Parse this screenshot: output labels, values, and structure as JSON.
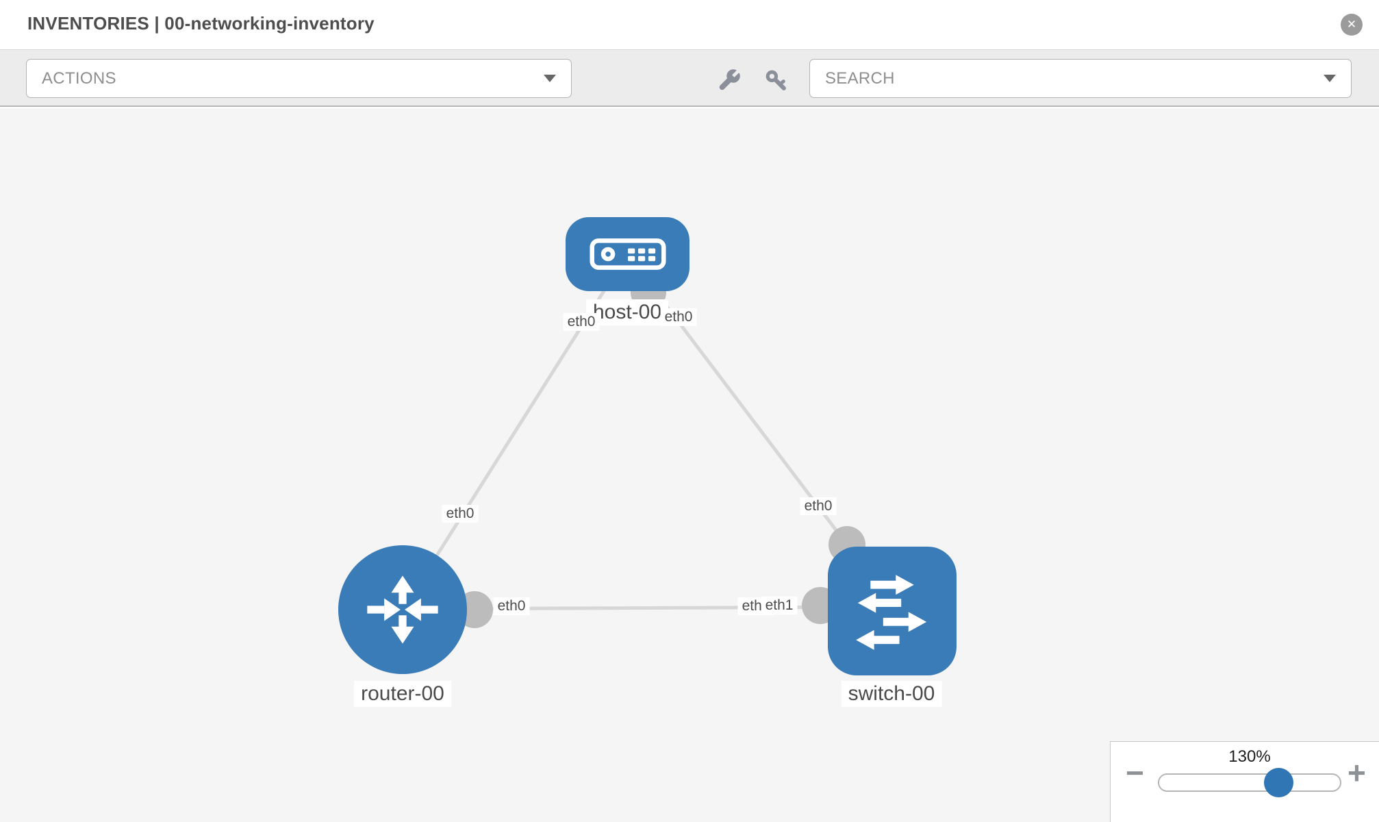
{
  "header": {
    "title": "INVENTORIES | 00-networking-inventory",
    "close_glyph": "✕"
  },
  "toolbar": {
    "actions_label": "ACTIONS",
    "search_label": "SEARCH"
  },
  "topology": {
    "nodes": [
      {
        "id": "host-00",
        "type": "host",
        "label": "host-00"
      },
      {
        "id": "router-00",
        "type": "router",
        "label": "router-00"
      },
      {
        "id": "switch-00",
        "type": "switch",
        "label": "switch-00"
      }
    ],
    "links": [
      {
        "source": "host-00",
        "target": "router-00",
        "source_interface": "eth0",
        "target_interface": "eth0"
      },
      {
        "source": "host-00",
        "target": "switch-00",
        "source_interface": "eth0",
        "target_interface": "eth0"
      },
      {
        "source": "router-00",
        "target": "switch-00",
        "source_interface": "eth0",
        "target_interface": "eth1"
      }
    ],
    "iface_labels": [
      {
        "text": "eth0"
      },
      {
        "text": "eth0"
      },
      {
        "text": "eth0"
      },
      {
        "text": "eth0"
      },
      {
        "text": "eth0"
      },
      {
        "text": "eth0"
      },
      {
        "text": "eth1"
      }
    ]
  },
  "zoom_control": {
    "value": "130%",
    "percent": 130,
    "minus_glyph": "−",
    "plus_glyph": "+"
  },
  "colors": {
    "node_blue": "#3a7cb8",
    "link_gray": "#d7d7d7",
    "connector_gray": "#bcbcbc",
    "canvas_bg": "#f5f5f5"
  }
}
